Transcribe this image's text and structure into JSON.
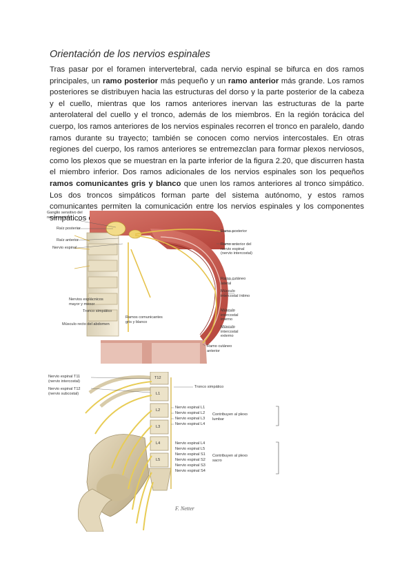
{
  "title": "Orientación de los nervios espinales",
  "paragraph": {
    "p1": "Tras pasar por el foramen intervertebral, cada nervio espinal se bifurca en dos ramos principales, un ",
    "b1": "ramo posterior",
    "p2": " más pequeño y un ",
    "b2": "ramo anterior",
    "p3": " más grande. Los ramos posteriores se distribuyen hacia las estructuras del dorso y la parte posterior de la cabeza y el cuello, mientras que los ramos anteriores inervan las estructuras de la parte anterolateral del cuello y el tronco, además de los miembros. En la región torácica del cuerpo, los ramos anteriores de los nervios espinales recorren el tronco en paralelo, dando ramos durante su trayecto; también se conocen como nervios intercostales. En otras regiones del cuerpo, los ramos anteriores se entremezclan para formar plexos nerviosos, como los plexos que se muestran en la parte inferior de la figura 2.20, que discurren hasta el miembro inferior. Dos ramos adicionales de los nervios espinales son los pequeños ",
    "b3": "ramos comunicantes gris y blanco",
    "p4": " que unen los ramos anteriores al tronco simpático. Los dos troncos simpáticos forman parte del sistema autónomo, y estos ramos comunicantes permiten la comunicación entre los nervios espinales y los componentes simpáticos del sistema nervioso."
  },
  "figure_top": {
    "left_labels": [
      "Ganglio sensitivo del nervio espinal",
      "Raíz posterior",
      "Raíz anterior",
      "Nervio espinal",
      "Nervios esplácnicos mayor y menor",
      "Tronco simpático",
      "Músculo recto del abdomen"
    ],
    "center_label": "Ramos comunicantes gris y blanco",
    "right_labels": [
      "Ramo posterior",
      "Ramo anterior del nervio espinal (nervio intercostal)",
      "Ramo cutáneo lateral",
      "Músculo intercostal íntimo",
      "Músculo intercostal interno",
      "Músculo intercostal externo",
      "Ramo cutáneo anterior"
    ]
  },
  "figure_bottom": {
    "left_labels": [
      "Nervio espinal T11 (nervio intercostal)",
      "Nervio espinal T12 (nervio subcostal)"
    ],
    "vertebra_labels": [
      "T12",
      "L1",
      "L2",
      "L3",
      "L4",
      "L5"
    ],
    "sympathetic": "Tronco simpático",
    "lumbar_nerves": [
      "Nervio espinal L1",
      "Nervio espinal L2",
      "Nervio espinal L3",
      "Nervio espinal L4"
    ],
    "lumbar_group": "Contribuyen al plexo lumbar",
    "sacral_nerves": [
      "Nervio espinal L4",
      "Nervio espinal L5",
      "Nervio espinal S1",
      "Nervio espinal S2",
      "Nervio espinal S3",
      "Nervio espinal S4"
    ],
    "sacral_group": "Contribuyen al plexo sacro",
    "signature": "F. Netter"
  },
  "colors": {
    "muscle": "#c8564a",
    "nerve": "#e8d36a",
    "bone": "#efe6cf",
    "fat": "#f2dc8c"
  }
}
